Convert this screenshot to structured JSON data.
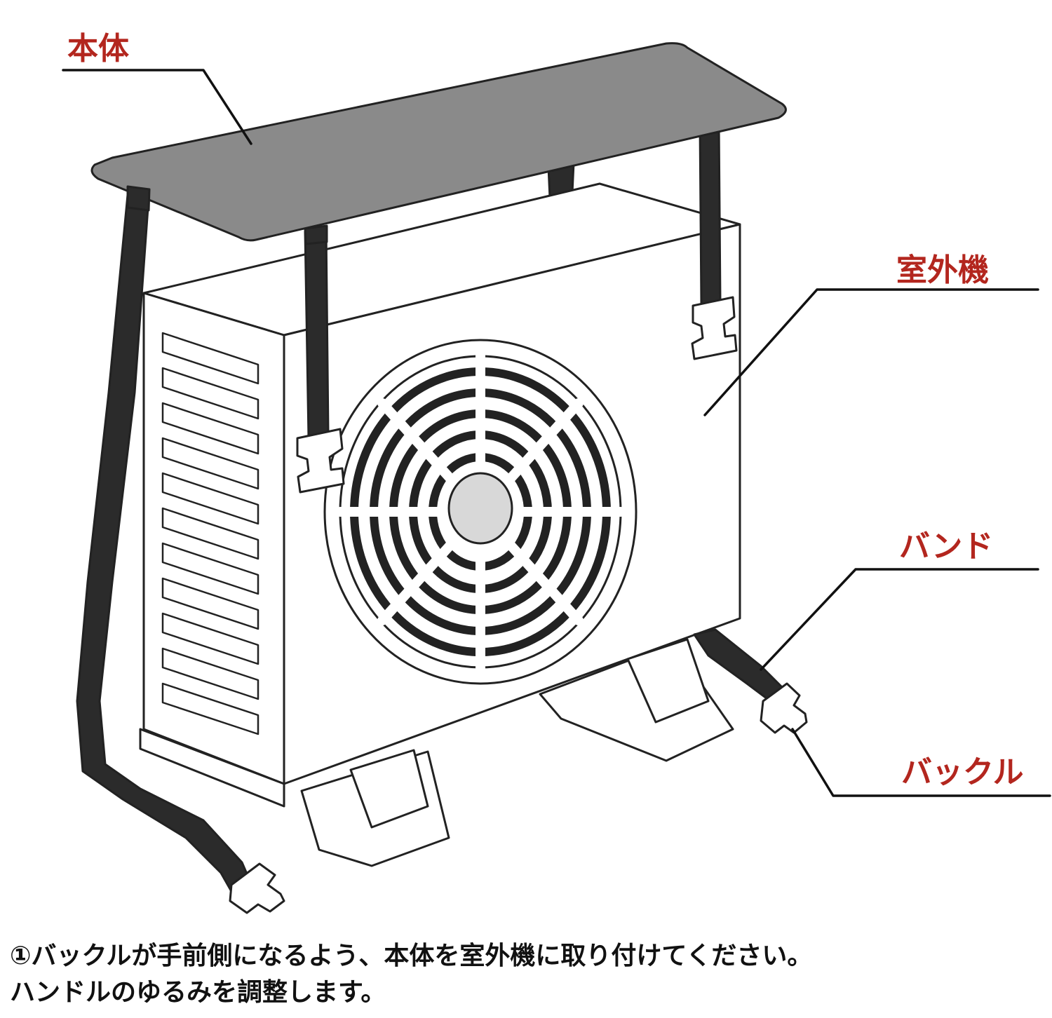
{
  "labels": {
    "body": "本体",
    "outdoor_unit": "室外機",
    "band": "バンド",
    "buckle": "バックル"
  },
  "caption": {
    "line1": "①バックルが手前側になるよう、本体を室外機に取り付けてください。",
    "line2": "ハンドルのゆるみを調整します。"
  },
  "colors": {
    "label_red": "#b3261e",
    "cover_gray": "#8a8a8a",
    "strap_dark": "#2b2b2b"
  }
}
